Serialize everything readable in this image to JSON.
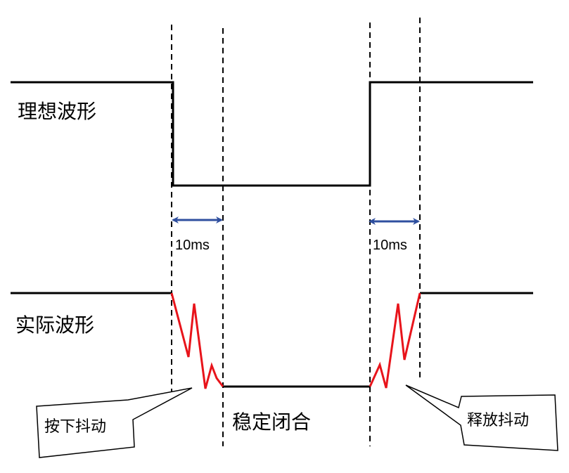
{
  "labels": {
    "ideal_waveform": "理想波形",
    "actual_waveform": "实际波形",
    "press_bounce": "按下抖动",
    "stable_closed": "稳定闭合",
    "release_bounce": "释放抖动",
    "duration_left": "10ms",
    "duration_right": "10ms"
  },
  "colors": {
    "waveform": "#000000",
    "bounce": "#e8141b",
    "dimension_arrow": "#2f4f9f",
    "guide_line": "#000000",
    "callout_fill": "#ffffff",
    "callout_stroke": "#000000"
  }
}
